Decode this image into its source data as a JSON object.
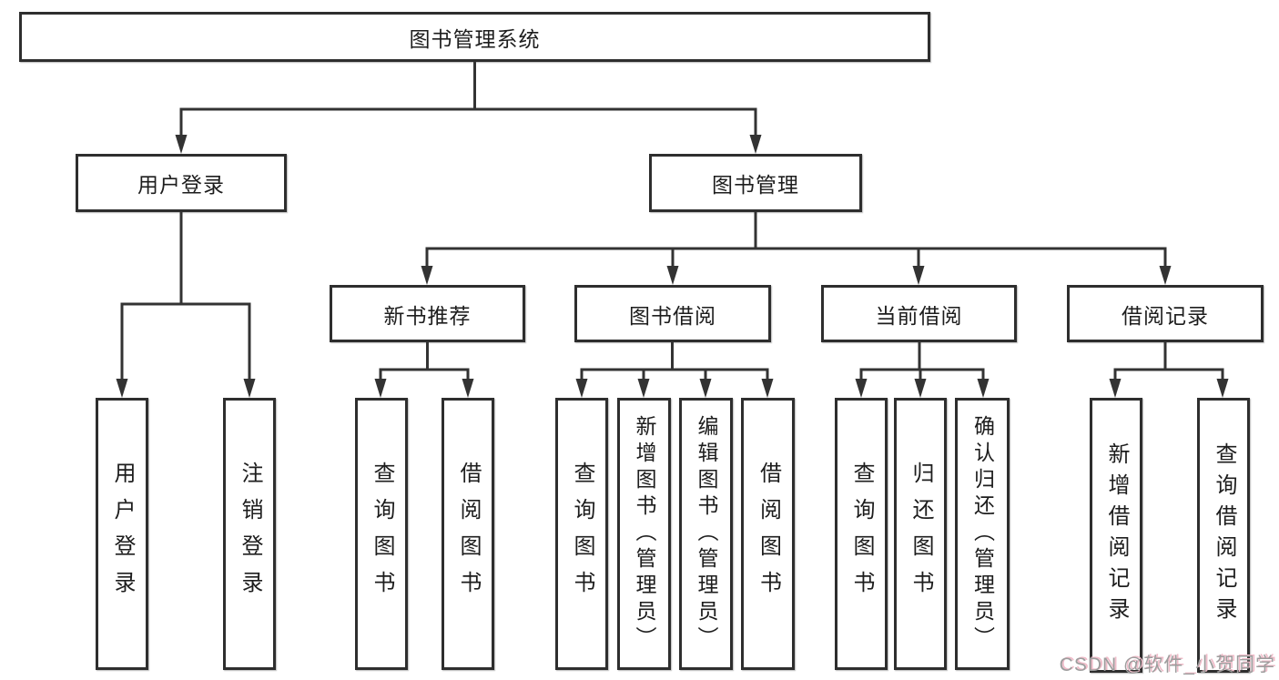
{
  "tree": {
    "label": "图书管理系统",
    "children": [
      {
        "label": "用户登录",
        "children": [
          {
            "label": "用户登录"
          },
          {
            "label": "注销登录"
          }
        ]
      },
      {
        "label": "图书管理",
        "children": [
          {
            "label": "新书推荐",
            "children": [
              {
                "label": "查询图书"
              },
              {
                "label": "借阅图书"
              }
            ]
          },
          {
            "label": "图书借阅",
            "children": [
              {
                "label": "查询图书"
              },
              {
                "label": "新增图书（管理员）"
              },
              {
                "label": "编辑图书（管理员）"
              },
              {
                "label": "借阅图书"
              }
            ]
          },
          {
            "label": "当前借阅",
            "children": [
              {
                "label": "查询图书"
              },
              {
                "label": "归还图书"
              },
              {
                "label": "确认归还（管理员）"
              }
            ]
          },
          {
            "label": "借阅记录",
            "children": [
              {
                "label": "新增借阅记录"
              },
              {
                "label": "查询借阅记录"
              }
            ]
          }
        ]
      }
    ]
  },
  "watermark": {
    "text": "CSDN @软件_小贺同学"
  },
  "colors": {
    "line": "#333333",
    "box_border": "#2e2e2e",
    "text": "#1d1d1d",
    "background": "#ffffff",
    "watermark_text": "#9d9d9d",
    "watermark_shadow": "#f0bcc9"
  }
}
